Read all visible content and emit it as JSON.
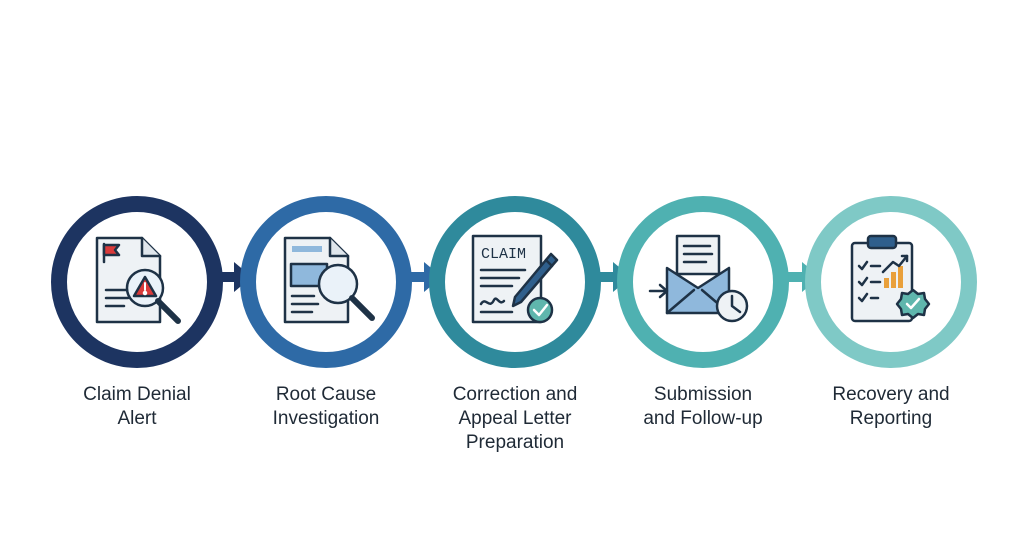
{
  "steps": [
    {
      "label_lines": [
        "Claim Denial",
        "Alert"
      ],
      "ring_color": "#1d3461",
      "icon": "document-warning-magnifier-icon"
    },
    {
      "label_lines": [
        "Root Cause",
        "Investigation"
      ],
      "ring_color": "#2e6aa6",
      "icon": "document-magnifier-icon"
    },
    {
      "label_lines": [
        "Correction and",
        "Appeal Letter",
        "Preparation"
      ],
      "ring_color": "#2f8a9c",
      "icon": "claim-form-pen-check-icon"
    },
    {
      "label_lines": [
        "Submission",
        "and Follow-up"
      ],
      "ring_color": "#4fb1b1",
      "icon": "envelope-clock-icon"
    },
    {
      "label_lines": [
        "Recovery and",
        "Reporting"
      ],
      "ring_color": "#7fc9c6",
      "icon": "clipboard-chart-badge-icon"
    }
  ],
  "claim_form_text": "CLAIM",
  "colors": {
    "icon_stroke": "#1e3246",
    "paper_fill": "#eef2f5",
    "accent_blue": "#8fb8dc",
    "warning_red": "#d93a3a",
    "check_teal": "#5fb6ad",
    "chart_orange": "#e9a03b"
  }
}
